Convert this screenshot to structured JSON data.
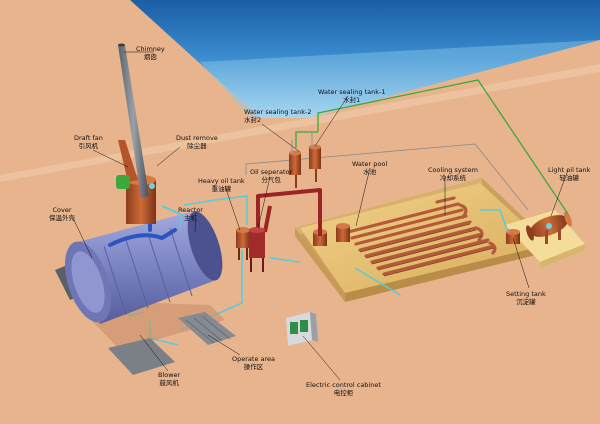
{
  "labels": {
    "chimney": {
      "en": "Chimney",
      "zh": "烟囱"
    },
    "draft_fan": {
      "en": "Draft fan",
      "zh": "引风机"
    },
    "dust_remove": {
      "en": "Dust remove",
      "zh": "除尘器"
    },
    "cover": {
      "en": "Cover",
      "zh": "保温外壳"
    },
    "reactor": {
      "en": "Reactor",
      "zh": "主机"
    },
    "heavy_oil": {
      "en": "Heavy oil tank",
      "zh": "重油罐"
    },
    "oil_sep": {
      "en": "Oil seperator",
      "zh": "分气包"
    },
    "water_seal_2": {
      "en": "Water sealing tank-2",
      "zh": "水封2"
    },
    "water_seal_1": {
      "en": "Water sealing tank-1",
      "zh": "水封1"
    },
    "water_pool": {
      "en": "Water pool",
      "zh": "水池"
    },
    "cooling": {
      "en": "Cooling system",
      "zh": "冷却系统"
    },
    "light_oil": {
      "en": "Light oil tank",
      "zh": "轻油罐"
    },
    "setting_tank": {
      "en": "Setting tank",
      "zh": "沉淀罐"
    },
    "blower": {
      "en": "Blower",
      "zh": "鼓风机"
    },
    "operate_area": {
      "en": "Operate area",
      "zh": "操作区"
    },
    "electric": {
      "en": "Electric control cabinet",
      "zh": "电控柜"
    }
  },
  "colors": {
    "ground": "#e7b48d",
    "sky": "#2f7fbf",
    "reactor_body": "#7f86c4",
    "pipe_blue": "#2a55c0",
    "pipe_red": "#9b2424",
    "pipe_green": "#3da83a",
    "pipe_cyan": "#5ccad6",
    "tank_brown": "#b5532a",
    "pool": "#e8c77a"
  }
}
